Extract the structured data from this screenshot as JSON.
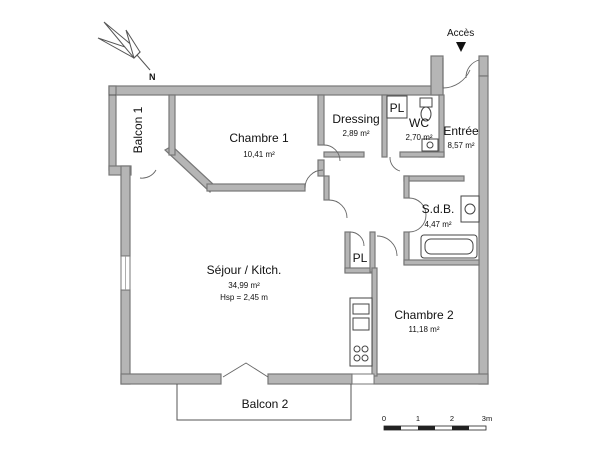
{
  "access_label": "Accès",
  "north_label": "N",
  "rooms": {
    "balcon1": {
      "name": "Balcon 1"
    },
    "chambre1": {
      "name": "Chambre 1",
      "area": "10,41 m²"
    },
    "dressing": {
      "name": "Dressing",
      "area": "2,89 m²"
    },
    "pl_top": {
      "name": "PL"
    },
    "wc": {
      "name": "WC",
      "area": "2,70 m²"
    },
    "entree": {
      "name": "Entrée",
      "area": "8,57 m²"
    },
    "sdb": {
      "name": "S.d.B.",
      "area": "4,47 m²"
    },
    "pl_mid": {
      "name": "PL"
    },
    "sejour": {
      "name": "Séjour / Kitch.",
      "area": "34,99 m²",
      "height": "Hsp = 2,45 m"
    },
    "chambre2": {
      "name": "Chambre 2",
      "area": "11,18 m²"
    },
    "balcon2": {
      "name": "Balcon 2"
    }
  },
  "scale": {
    "labels": [
      "0",
      "1",
      "2",
      "3m"
    ]
  }
}
